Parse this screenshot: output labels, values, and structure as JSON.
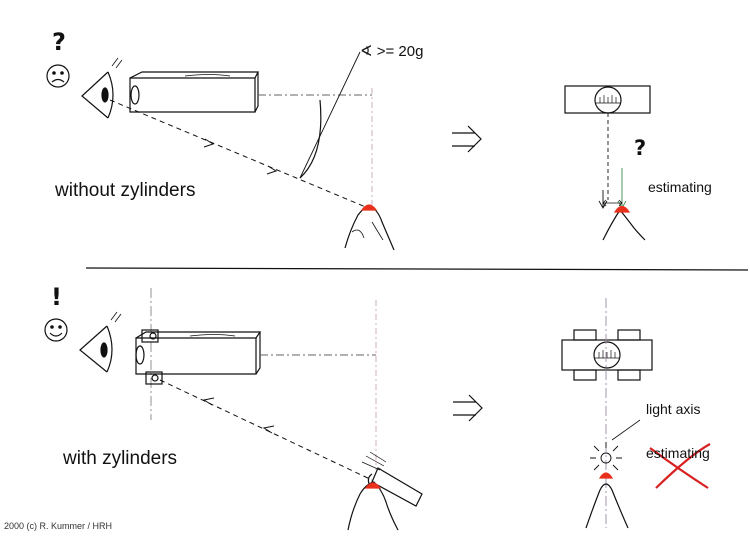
{
  "top": {
    "caption": "without zylinders",
    "angle_label": "∢ >= 20g",
    "result_label": "estimating",
    "mood_mark": "?",
    "result_mark": "?"
  },
  "bottom": {
    "caption": "with zylinders",
    "axis_label": "light axis",
    "result_label": "estimating",
    "mood_mark": "!"
  },
  "copyright": "2000 (c) R. Kummer / HRH",
  "colors": {
    "ink": "#111111",
    "red_tip": "#e8301c",
    "cross_out": "#d92020",
    "guide_line": "#c9a6b8"
  }
}
